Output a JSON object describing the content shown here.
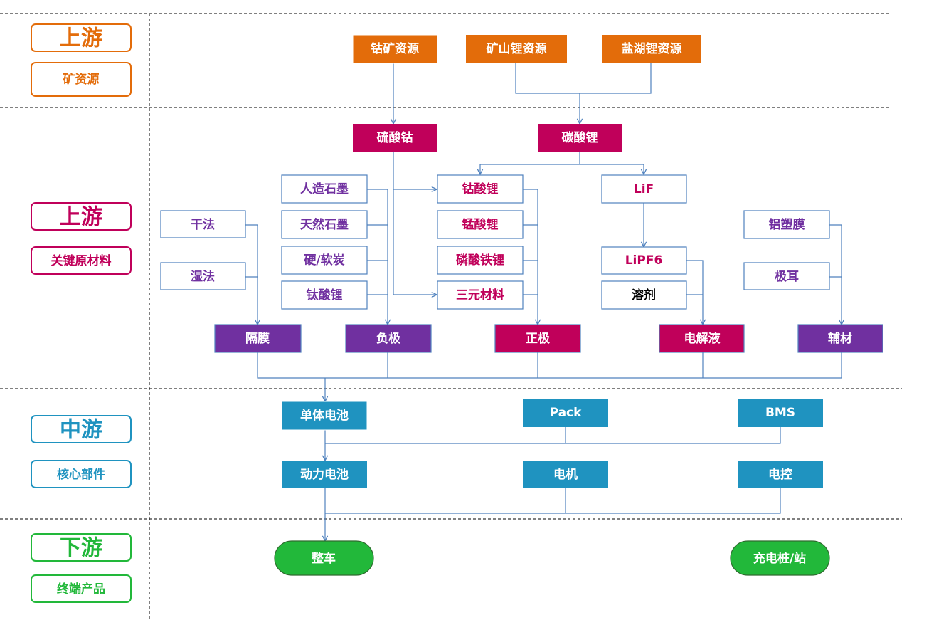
{
  "colors": {
    "orange": "#e36c0a",
    "magenta": "#c0005a",
    "purple": "#7030a0",
    "teal": "#1f93c0",
    "green": "#22b83a",
    "white": "#ffffff",
    "line": "#4f81bd",
    "black": "#000000"
  },
  "stages": {
    "upstream_mineral": {
      "title": "上游",
      "subtitle": "矿资源"
    },
    "upstream_materials": {
      "title": "上游",
      "subtitle": "关键原材料"
    },
    "midstream": {
      "title": "中游",
      "subtitle": "核心部件"
    },
    "downstream": {
      "title": "下游",
      "subtitle": "终端产品"
    }
  },
  "nodes": {
    "cobalt_ore": "钴矿资源",
    "mountain_lithium": "矿山锂资源",
    "salt_lake_lithium": "盐湖锂资源",
    "cobalt_sulfate": "硫酸钴",
    "lithium_carbonate": "碳酸锂",
    "artificial_graphite": "人造石墨",
    "natural_graphite": "天然石墨",
    "hard_soft_carbon": "硬/软炭",
    "lithium_titanate": "钛酸锂",
    "dry_process": "干法",
    "wet_process": "湿法",
    "lithium_cobalt_oxide": "钴酸锂",
    "lithium_manganate": "锰酸锂",
    "lithium_iron_phosphate": "磷酸铁锂",
    "ternary_material": "三元材料",
    "lif": "LiF",
    "lipf6": "LiPF6",
    "solvent": "溶剂",
    "aluminum_plastic_film": "铝塑膜",
    "tab": "极耳",
    "separator": "隔膜",
    "anode": "负极",
    "cathode": "正极",
    "electrolyte": "电解液",
    "auxiliary": "辅材",
    "single_cell": "单体电池",
    "pack": "Pack",
    "bms": "BMS",
    "power_battery": "动力电池",
    "motor": "电机",
    "electronic_control": "电控",
    "vehicle": "整车",
    "charging_pile": "充电桩/站"
  }
}
